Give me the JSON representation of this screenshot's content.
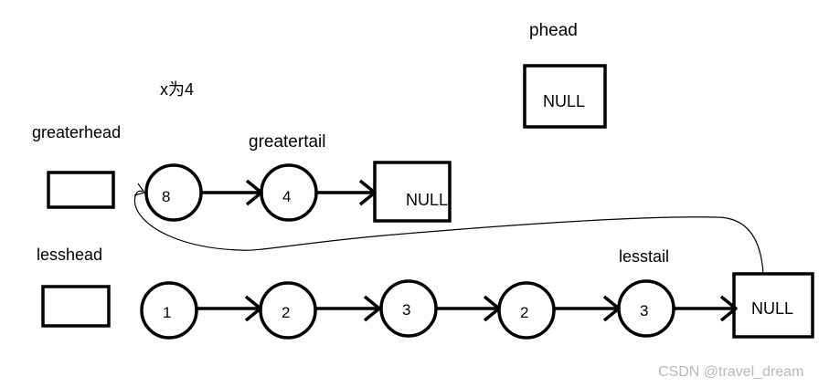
{
  "condition_label": "x为4",
  "pointers": {
    "phead": "phead",
    "greaterhead": "greaterhead",
    "greatertail": "greatertail",
    "lesshead": "lesshead",
    "lesstail": "lesstail"
  },
  "null_label": "NULL",
  "greater_list": [
    "8",
    "4"
  ],
  "less_list": [
    "1",
    "2",
    "3",
    "2",
    "3"
  ],
  "watermark": "CSDN @travel_dream",
  "colors": {
    "ink": "#000000",
    "watermark": "#b8b8b8",
    "background": "#ffffff"
  }
}
